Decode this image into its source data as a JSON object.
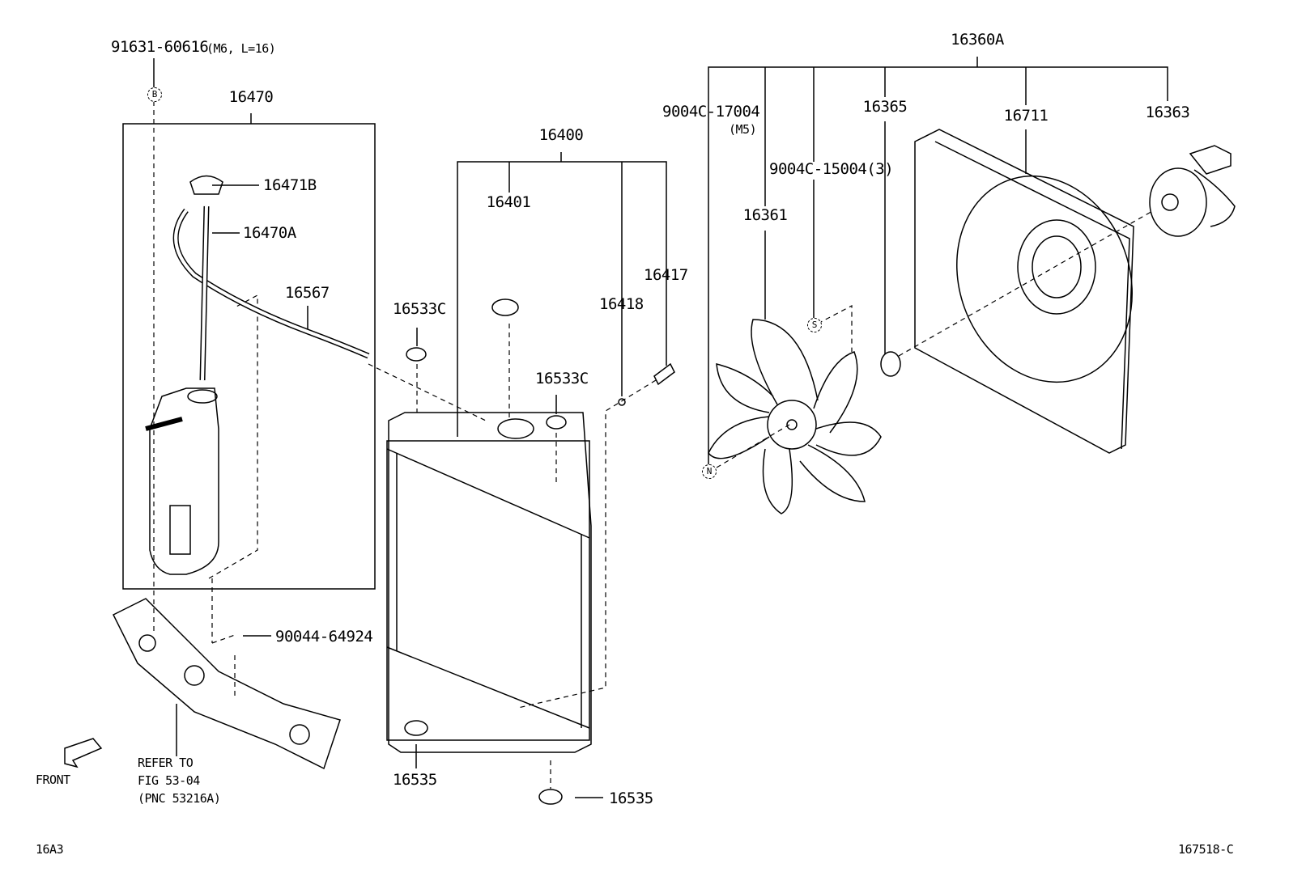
{
  "parts": {
    "bolt_b": {
      "number": "91631-60616",
      "spec": "(M6, L=16)",
      "marker": "B"
    },
    "reserve_tank_assy": "16470",
    "reserve_cap": "16471B",
    "overflow_hose": "16470A",
    "hose": "16567",
    "clip": "90044-64924",
    "radiator_assy": "16400",
    "radiator_cap": "16401",
    "cushion_upper_left": "16533C",
    "cushion_upper_right": "16533C",
    "gasket": "16418",
    "drain_cock": "16417",
    "cushion_lower_left": "16535",
    "cushion_lower_right": "16535",
    "fan_shroud_assy": "16360A",
    "screw_n": {
      "number": "9004C-17004",
      "spec": "(M5)",
      "marker": "N"
    },
    "nut_s": {
      "number": "9004C-15004(3)",
      "marker": "S"
    },
    "fan": "16361",
    "washer": "16365",
    "shroud": "16711",
    "motor": "16363"
  },
  "refer_note": [
    "REFER TO",
    "FIG 53-04",
    "(PNC 53216A)"
  ],
  "front_label": "FRONT",
  "footer": {
    "left_code": "16A3",
    "right_code": "167518-C"
  }
}
